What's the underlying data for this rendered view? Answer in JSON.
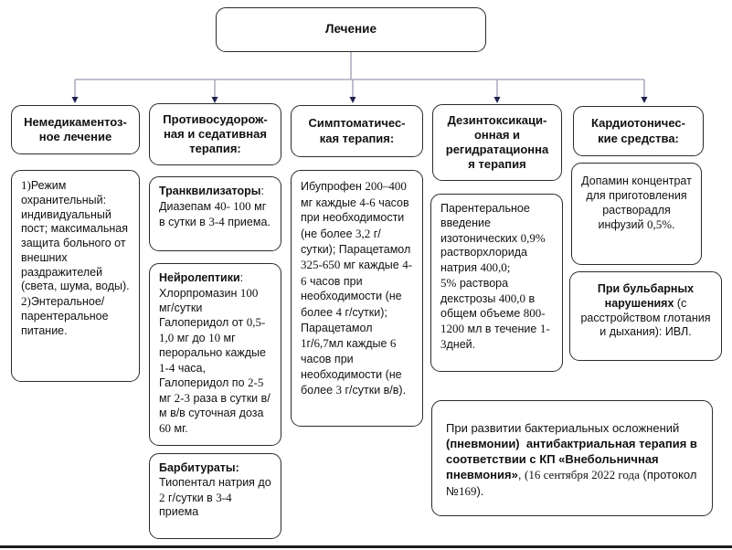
{
  "root": {
    "label": "Лечение"
  },
  "colors": {
    "box_border": "#2b2b2b",
    "connector_line": "#9b9bb0",
    "arrowhead": "#20204e",
    "text": "#111111",
    "background": "#ffffff"
  },
  "headers": {
    "nonmedication": "Немедикаментоз-\nное лечение",
    "anticonvulsant": "Противосудорож-\nная и седативная\nтерапия:",
    "symptomatic": "Симптоматичес-\nкая терапия:",
    "detox": "Дезинтоксикаци-\nонная и\nрегидратационна\nя терапия",
    "cardiotonic": "Кардиотоничес-\nкие средства:"
  },
  "boxes": {
    "regimen": {
      "segments": [
        {
          "t": "1)",
          "s": 1
        },
        {
          "t": "Режим охранительный: индивидуальный пост; максимальная защита больного от внешних раздражителей (света, шума, воды)."
        },
        {
          "br": 1
        },
        {
          "t": "2)",
          "s": 1
        },
        {
          "t": "Энтеральное/ парентеральное питание."
        }
      ]
    },
    "tranquilizers": {
      "segments": [
        {
          "t": "Транквилизаторы",
          "b": 1
        },
        {
          "t": ":"
        },
        {
          "br": 1
        },
        {
          "t": "Диазепам "
        },
        {
          "t": "40- 100",
          "s": 1
        },
        {
          "t": " мг в сутки в "
        },
        {
          "t": "3-4",
          "s": 1
        },
        {
          "t": " приема."
        }
      ]
    },
    "neuroleptics": {
      "segments": [
        {
          "t": "Нейролептики",
          "b": 1
        },
        {
          "t": ":"
        },
        {
          "br": 1
        },
        {
          "t": "Хлорпромазин "
        },
        {
          "t": "100",
          "s": 1
        },
        {
          "t": " мг/сутки Галоперидол от "
        },
        {
          "t": "0,5-1,0",
          "s": 1
        },
        {
          "t": " мг до "
        },
        {
          "t": "10",
          "s": 1
        },
        {
          "t": " мг перорально каждые "
        },
        {
          "t": "1-4",
          "s": 1
        },
        {
          "t": " часа, Галоперидол по "
        },
        {
          "t": "2-5",
          "s": 1
        },
        {
          "t": " мг "
        },
        {
          "t": "2-3",
          "s": 1
        },
        {
          "t": " раза в сутки в/м в/в суточная доза "
        },
        {
          "t": "60",
          "s": 1
        },
        {
          "t": " мг."
        }
      ]
    },
    "barbiturates": {
      "segments": [
        {
          "t": "Барбитураты:",
          "b": 1
        },
        {
          "br": 1
        },
        {
          "t": "Тиопентал натрия до "
        },
        {
          "t": "2",
          "s": 1
        },
        {
          "t": " г/сутки в "
        },
        {
          "t": "3-4",
          "s": 1
        },
        {
          "t": " приема"
        }
      ]
    },
    "symptomatic_drugs": {
      "segments": [
        {
          "t": "Ибупрофен "
        },
        {
          "t": "200–400",
          "s": 1
        },
        {
          "t": " мг каждые "
        },
        {
          "t": "4-6",
          "s": 1
        },
        {
          "t": " часов при необходимости (не более "
        },
        {
          "t": "3,2",
          "s": 1
        },
        {
          "t": " г/сутки); Парацетамол "
        },
        {
          "t": "325-650",
          "s": 1
        },
        {
          "t": " мг каждые "
        },
        {
          "t": "4-6",
          "s": 1
        },
        {
          "t": " часов при необходимости (не более "
        },
        {
          "t": "4",
          "s": 1
        },
        {
          "t": " г/сутки); Парацетамол "
        },
        {
          "t": "1",
          "s": 1
        },
        {
          "t": "г/"
        },
        {
          "t": "6,7",
          "s": 1
        },
        {
          "t": "мл каждые "
        },
        {
          "t": "6",
          "s": 1
        },
        {
          "t": " часов при необходимости (не более "
        },
        {
          "t": "3",
          "s": 1
        },
        {
          "t": " г/сутки в/в)."
        }
      ]
    },
    "parenteral": {
      "segments": [
        {
          "t": "Парентеральное введение изотонических "
        },
        {
          "t": "0,9%",
          "s": 1
        },
        {
          "t": " растворхлорида натрия "
        },
        {
          "t": "400,0;",
          "s": 1
        },
        {
          "br": 1
        },
        {
          "t": "5%",
          "s": 1
        },
        {
          "t": " раствора декстрозы "
        },
        {
          "t": "400,0",
          "s": 1
        },
        {
          "t": " в общем объеме "
        },
        {
          "t": "800-1200",
          "s": 1
        },
        {
          "t": " мл в течение "
        },
        {
          "t": "1-3",
          "s": 1
        },
        {
          "t": "дней."
        }
      ]
    },
    "dopamine": {
      "segments": [
        {
          "t": "Допамин концентрат для приготовления растворадля инфузий "
        },
        {
          "t": "0,5%",
          "s": 1
        },
        {
          "t": "."
        }
      ]
    },
    "bulbar": {
      "segments": [
        {
          "t": "При бульбарных нарушениях",
          "b": 1
        },
        {
          "t": " (с расстройством глотания и дыхания): ИВЛ."
        }
      ]
    },
    "note": {
      "segments": [
        {
          "t": "При развитии бактериальных осложнений "
        },
        {
          "t": "(пневмонии)  антибактриальная терапия в соответствии с КП «Внебольничная пневмония»",
          "b": 1
        },
        {
          "t": ", "
        },
        {
          "t": "(16 сентября 2022 года",
          "s": 1
        },
        {
          "t": " (протокол №"
        },
        {
          "t": "169",
          "s": 1
        },
        {
          "t": ")."
        }
      ]
    }
  }
}
